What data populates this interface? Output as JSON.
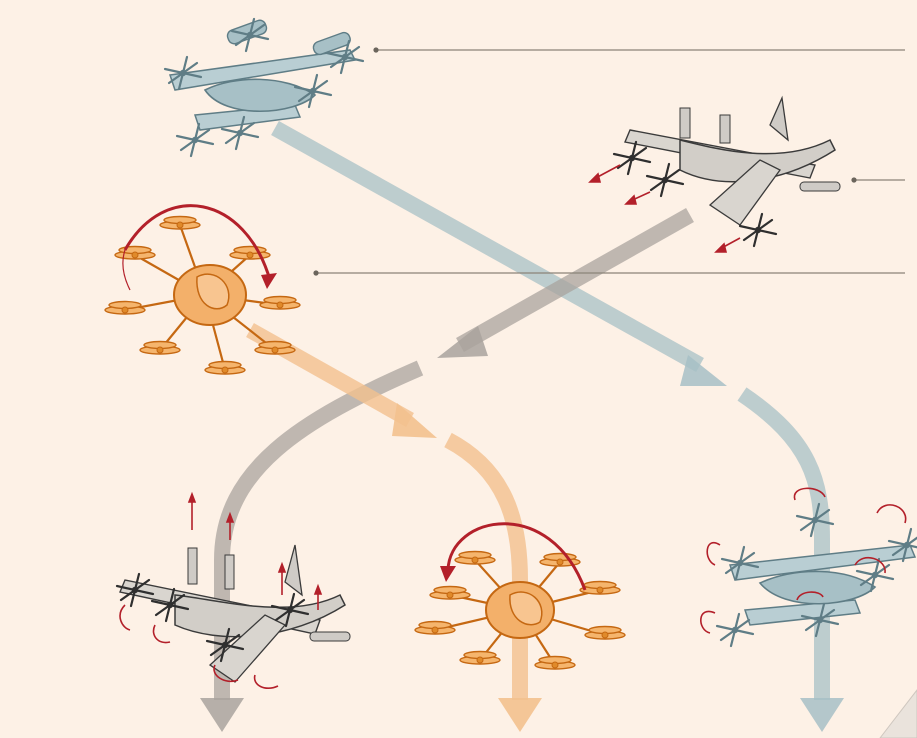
{
  "colors": {
    "background": "#fdf1e6",
    "tilt_wing_blue": "#a7c0c6",
    "tilt_wing_blue_line": "#5f7d86",
    "fixed_wing_gray": "#cfcbc6",
    "fixed_wing_line": "#3b3b3b",
    "multicopter_orange": "#f0a14a",
    "multicopter_line": "#c56812",
    "motion_red": "#b3202a",
    "leader_line": "#8b8478"
  },
  "aircraft": [
    {
      "id": "tilt-rotor-cruise",
      "kind": "tilt-rotor",
      "mode": "cruise",
      "icon": "tilt-rotor-aircraft-icon"
    },
    {
      "id": "lift-cruise",
      "kind": "lift-plus-cruise",
      "mode": "cruise",
      "icon": "lift-cruise-aircraft-icon"
    },
    {
      "id": "multicopter-top",
      "kind": "multicopter",
      "mode": "rotation",
      "icon": "multicopter-drone-icon"
    },
    {
      "id": "lift-cruise-hover",
      "kind": "lift-plus-cruise",
      "mode": "hover",
      "icon": "lift-cruise-aircraft-icon"
    },
    {
      "id": "multicopter-bottom",
      "kind": "multicopter",
      "mode": "hover",
      "icon": "multicopter-drone-icon"
    },
    {
      "id": "tilt-rotor-hover",
      "kind": "tilt-rotor",
      "mode": "hover",
      "icon": "tilt-rotor-aircraft-icon"
    }
  ]
}
